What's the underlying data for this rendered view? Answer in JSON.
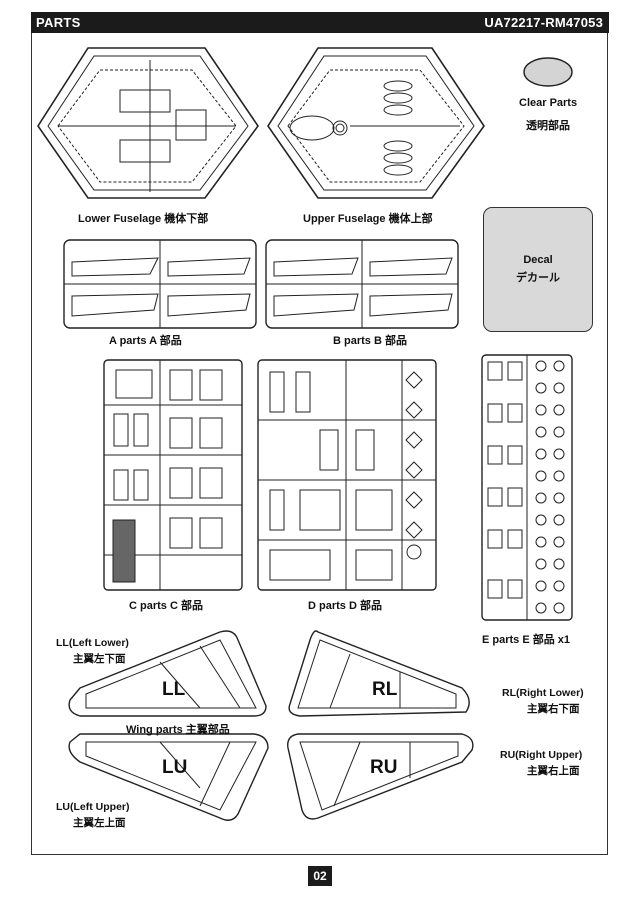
{
  "header": {
    "section": "PARTS",
    "code": "UA72217-RM47053"
  },
  "parts": {
    "lower_fuselage": "Lower Fuselage 機体下部",
    "upper_fuselage": "Upper Fuselage 機体上部",
    "clear_parts": {
      "en": "Clear Parts",
      "jp": "透明部品"
    },
    "decal": {
      "en": "Decal",
      "jp": "デカール"
    },
    "a_parts": "A parts  A 部品",
    "b_parts": "B parts  B 部品",
    "c_parts": "C parts  C 部品",
    "d_parts": "D parts  D 部品",
    "e_parts": "E parts  E 部品 x1",
    "wing_parts": "Wing parts  主翼部品"
  },
  "wings": {
    "ll": {
      "tag": "LL",
      "en": "LL(Left Lower)",
      "jp": "主翼左下面"
    },
    "rl": {
      "tag": "RL",
      "en": "RL(Right Lower)",
      "jp": "主翼右下面"
    },
    "lu": {
      "tag": "LU",
      "en": "LU(Left Upper)",
      "jp": "主翼左上面"
    },
    "ru": {
      "tag": "RU",
      "en": "RU(Right Upper)",
      "jp": "主翼右上面"
    }
  },
  "page_number": "02"
}
